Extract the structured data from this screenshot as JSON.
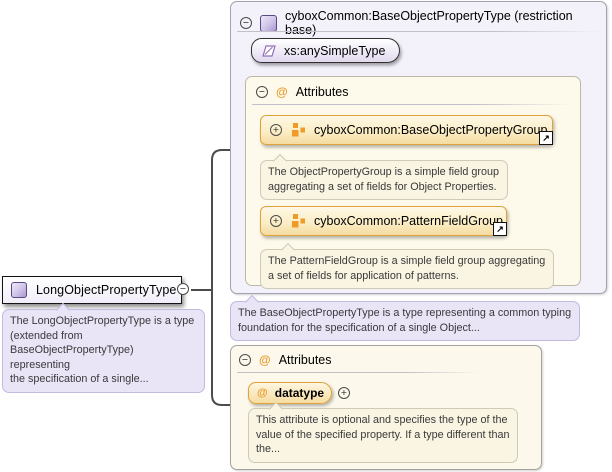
{
  "icons": {
    "collapse": "−",
    "expand": "+",
    "attribute_marker": "@",
    "link_arrow": "↗"
  },
  "root_type": {
    "label": "LongObjectPropertyType",
    "doc": "The LongObjectPropertyType is a type\n(extended from\nBaseObjectPropertyType) representing\nthe specification of a single..."
  },
  "base_panel": {
    "title": "cyboxCommon:BaseObjectPropertyType (restriction base)",
    "simple_type_label": "xs:anySimpleType",
    "attributes_title": "Attributes",
    "groups": [
      {
        "label": "cyboxCommon:BaseObjectPropertyGroup",
        "doc": "The ObjectPropertyGroup is a simple field group\naggregating a set of fields for Object Properties."
      },
      {
        "label": "cyboxCommon:PatternFieldGroup",
        "doc": "The PatternFieldGroup is a simple field group aggregating\na set of fields for application of patterns."
      }
    ],
    "doc": "The BaseObjectPropertyType is a type representing a common typing\nfoundation for the specification of a single Object..."
  },
  "attributes_panel": {
    "title": "Attributes",
    "attribute": {
      "name": "datatype",
      "doc": "This attribute is optional and specifies the type of the\nvalue of the specified property. If a type different than\nthe..."
    }
  },
  "colors": {
    "accent_orange": "#dfa23c",
    "icon_orange": "#f09b28",
    "panel_purple_bg": "#f3f1f9",
    "balloon_purple_bg": "#e9e4f6",
    "cream_container_bg": "#fdf9eb",
    "balloon_cream_bg": "#faf4e2",
    "type_icon_purple": "#a996d1",
    "connector": "#4c4c4c"
  }
}
